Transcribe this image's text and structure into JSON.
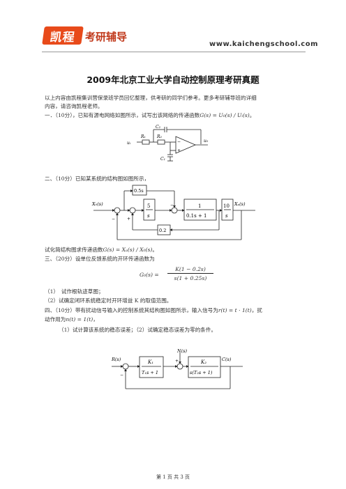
{
  "header": {
    "logo_cn": "凯程",
    "logo_text": "考研辅导",
    "website": "www.kaichengschool.com"
  },
  "title": "2009年北京工业大学自动控制原理考研真题",
  "intro": {
    "line1": "以上内容由凯程集训营保录班学员回忆整理，供考研的同学们参考。更多考研辅导班的详细",
    "line2": "内容，请咨询凯程老师。"
  },
  "q1": {
    "text": "一．（10分），已知有源电网络如图所示，试写出该网络的传递函数",
    "formula": "G(s) = U₀(s) / Uᵢ(s)",
    "end": "。",
    "labels": {
      "c2": "C₂",
      "ui": "uᵢ",
      "r1": "R₁",
      "r2": "R₂",
      "uo": "u₀",
      "c1": "C₁",
      "minus": "−",
      "plus": "+"
    }
  },
  "q2": {
    "text": "二、（10分）已知某系统的结构图如图所示，",
    "blocks": {
      "k05s": "0.5s",
      "k5": "5",
      "ks": "s",
      "k1": "1",
      "k01s": "0.1s + 1",
      "k10": "10",
      "ks2": "s",
      "k02": "0.2"
    },
    "input": "X₀(s)",
    "output": "Xₐ(s)",
    "ask": "试化简结构图求传递函数",
    "formula": "G(s) = Xₐ(s) / X₀(s)",
    "end": "。"
  },
  "q3": {
    "text": "三、（20分）设单位反馈系统的开环传递函数为",
    "formula_lhs": "G₀(s) =",
    "numerator": "K(1 − 0.2s)",
    "denominator": "s(1 + 0.25s)",
    "item1": "（1）　试作根轨迹草图；",
    "item2": "（2）试确定闭环系统稳定时开环增益 K 的取值范围。"
  },
  "q4": {
    "text": "四、（10分）带有扰动信号输入的控制系统其结构图如图所示，输入信号为",
    "r_formula": "r(t) = t · 1(t)",
    "text2": "，扰",
    "line2a": "动作用为",
    "n_formula": "n(t) = 1(t)",
    "line2b": "，",
    "items": "（1）试计算该系统的稳态误差；（2）试确定稳态误差为零的条件。",
    "blocks": {
      "k1": "K₁",
      "d1": "T₁s + 1",
      "k2": "K₂",
      "d2": "s(T₂s + 1)"
    },
    "r": "R(s)",
    "n": "N(s)",
    "c": "C(s)"
  },
  "footer": "第 1 页 共 3 页"
}
